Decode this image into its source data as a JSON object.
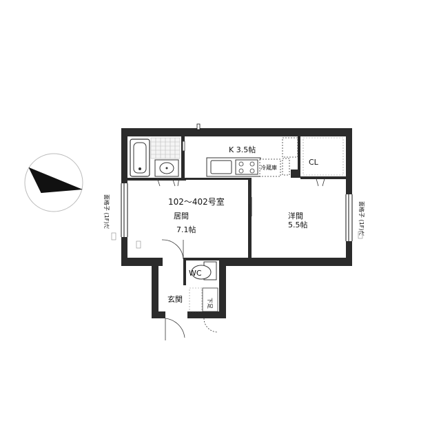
{
  "plan": {
    "unit_label": "102～402号室",
    "rooms": {
      "kitchen": "K  3.5帖",
      "living_name": "居間",
      "living_size": "7.1帖",
      "western_name": "洋間",
      "western_size": "5.5帖",
      "closet": "CL",
      "fridge": "冷蔵庫",
      "toilet": "WC",
      "entrance": "玄関",
      "shoe_box": "下足"
    },
    "window_left": "面格子 (1F)だ",
    "window_right": "面格子 (1F)だ"
  }
}
